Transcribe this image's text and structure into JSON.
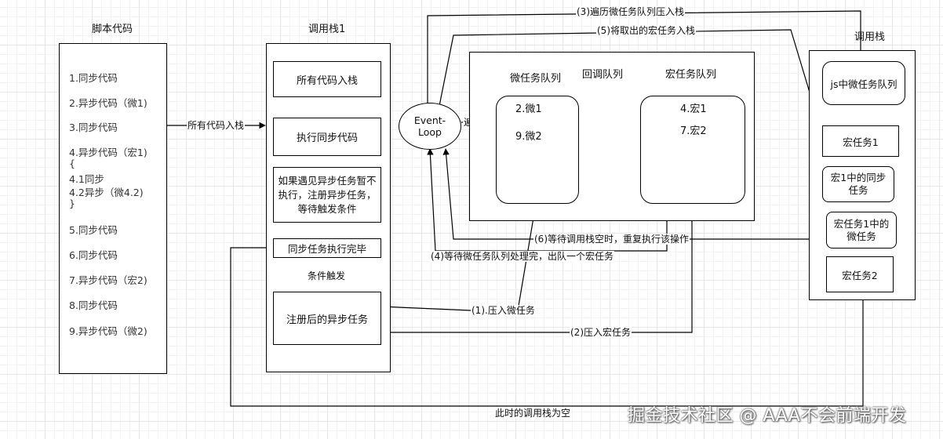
{
  "script_panel": {
    "title": "脚本代码",
    "items": [
      "1.同步代码",
      "2.异步代码（微1)",
      "3.同步代码",
      "4.异步代码（宏1)",
      "{",
      "4.1同步",
      "4.2异步（微4.2)",
      "}",
      "5.同步代码",
      "6.同步代码",
      "7.异步代码（宏2)",
      "8.同步代码",
      "9.异步代码（微2)"
    ]
  },
  "stack1": {
    "title": "调用栈1",
    "steps": [
      "所有代码入栈",
      "执行同步代码",
      "如果遇见异步任务暂不执行，注册异步任务，等待触发条件",
      "同步任务执行完毕",
      "注册后的异步任务"
    ],
    "condition_label": "条件触发"
  },
  "event_loop": {
    "label": "Event-Loop",
    "traverse_label": "遍历"
  },
  "callback_queue": {
    "title": "回调队列",
    "micro": {
      "title": "微任务队列",
      "items": [
        "2.微1",
        "9.微2"
      ]
    },
    "macro": {
      "title": "宏任务队列",
      "items": [
        "4.宏1",
        "7.宏2"
      ]
    }
  },
  "stack2": {
    "title": "调用栈",
    "items": [
      "js中微任务队列",
      "宏任务1",
      "宏1中的同步任务",
      "宏任务1中的微任务",
      "宏任务2"
    ]
  },
  "arrows": {
    "all_push": "所有代码入栈",
    "a1": "(1).压入微任务",
    "a2": "(2)压入宏任务",
    "a3": "(3)遍历微任务队列压入栈",
    "a4": "(4)等待微任务队列处理完，出队一个宏任务",
    "a5": "(5)将取出的宏任务入栈",
    "a6": "(6)等待调用栈空时，重复执行该操作",
    "empty": "此时的调用栈为空"
  },
  "watermark": "掘金技术社区 @ AAA不会前端开发"
}
